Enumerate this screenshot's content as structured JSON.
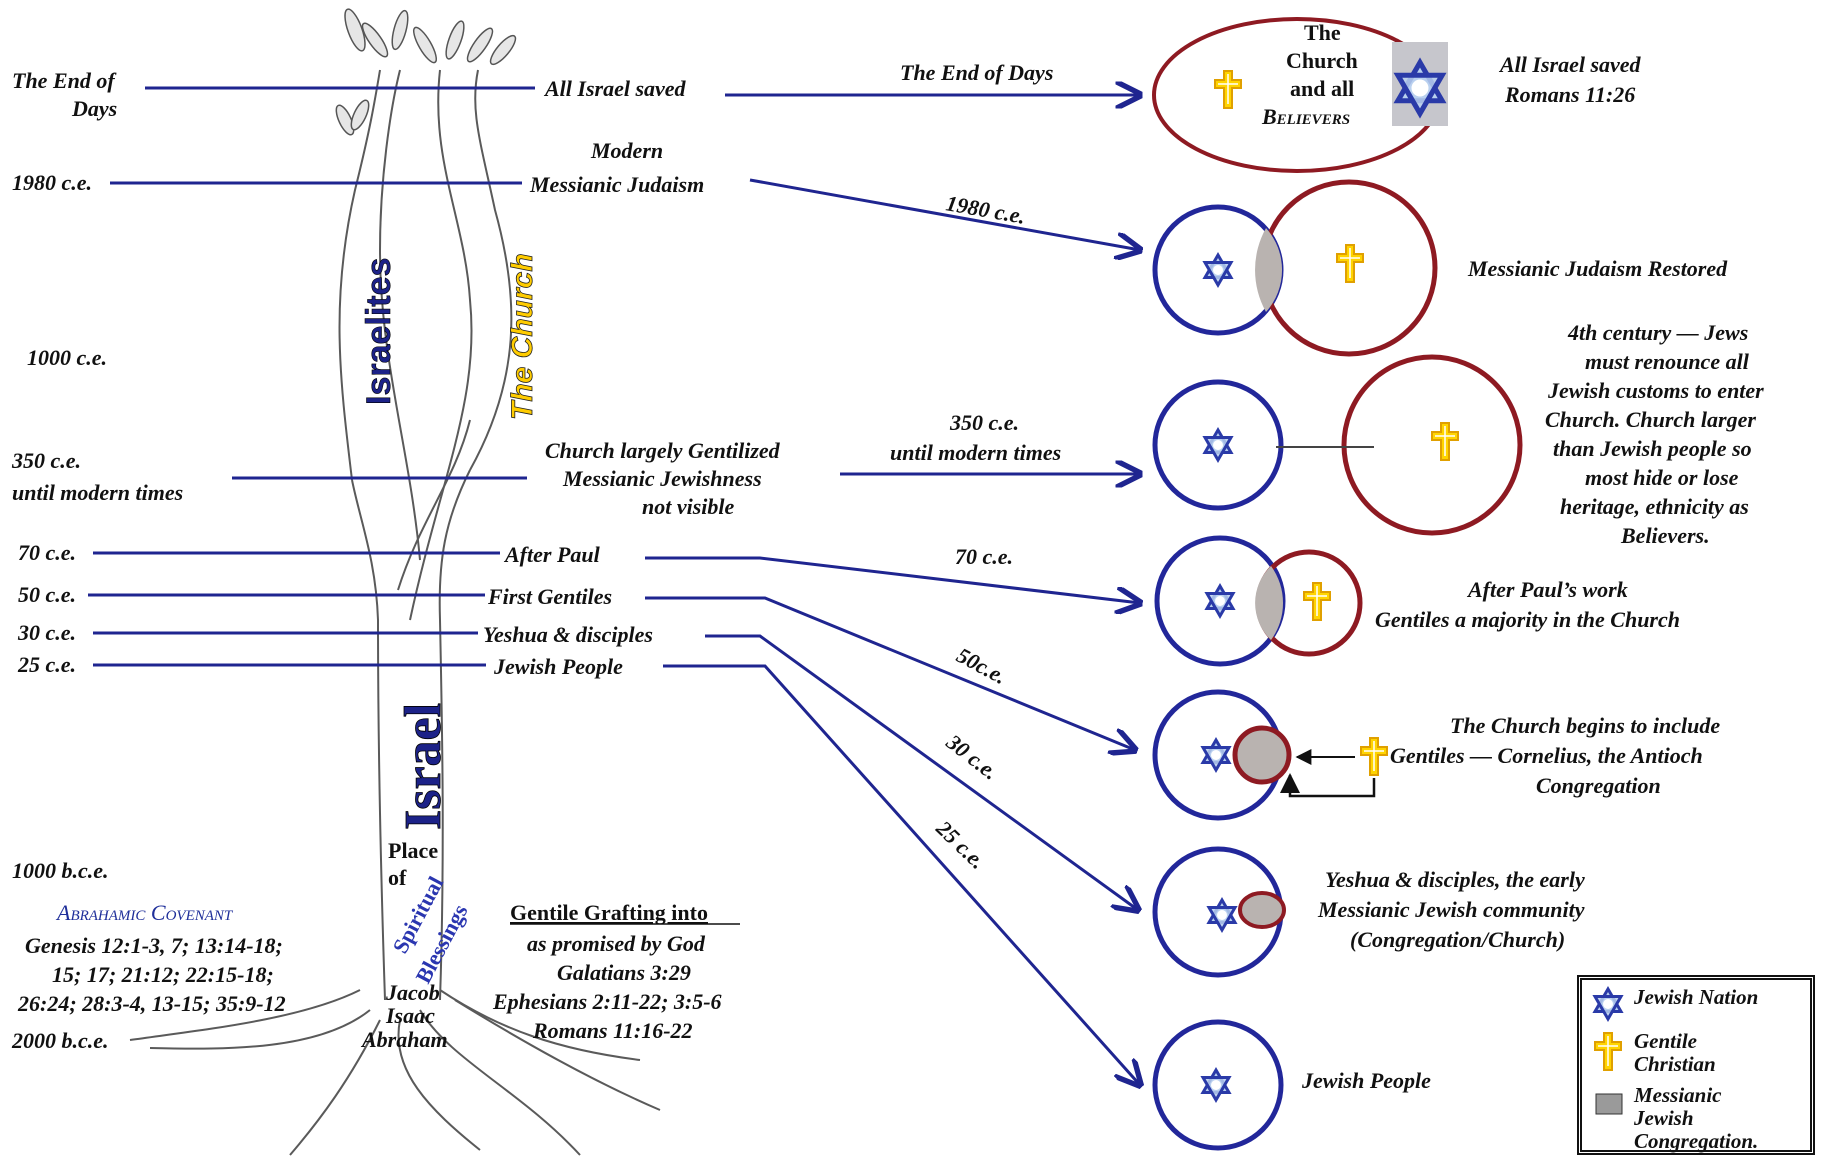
{
  "colors": {
    "line_blue": "#1f2590",
    "circle_blue": "#22279a",
    "circle_red": "#8e1a22",
    "cross_gold": "#f2c200",
    "messianic_grey": "#b9b3b0"
  },
  "icons": [
    "star-of-david-icon",
    "cross-icon",
    "grey-square-icon"
  ],
  "timeline": {
    "end_of_days": "The End of Days",
    "end_of_days_2": "Days",
    "end_of_days_1": "The End of",
    "y1980": "1980 c.e.",
    "y1000": "1000 c.e.",
    "y350a": "350 c.e.",
    "y350b": "until modern times",
    "y70": "70 c.e.",
    "y50": "50 c.e.",
    "y30": "30 c.e.",
    "y25": "25 c.e.",
    "y1000bce": "1000 b.c.e.",
    "y2000bce": "2000 b.c.e."
  },
  "events": {
    "all_israel": "All Israel saved",
    "modern_1": "Modern",
    "modern_2": "Messianic Judaism",
    "gentilized_1": "Church largely Gentilized",
    "gentilized_2": "Messianic Jewishness",
    "gentilized_3": "not visible",
    "after_paul": "After Paul",
    "first_gentiles": "First Gentiles",
    "yeshua": "Yeshua & disciples",
    "jewish_people": "Jewish People"
  },
  "arrows": {
    "end_days": "The End of Days",
    "a1980": "1980 c.e.",
    "a350_1": "350 c.e.",
    "a350_2": "until modern times",
    "a70": "70 c.e.",
    "a50": "50c.e.",
    "a30": "30 c.e.",
    "a25": "25 c.e."
  },
  "tree": {
    "israelites": "Israelites",
    "church": "The Church",
    "israel": "Israel",
    "place": "Place",
    "of": "of",
    "spiritual": "Spiritual",
    "blessings": "Blessings",
    "jacob": "Jacob",
    "isaac": "Isaac",
    "abraham": "Abraham"
  },
  "covenant": {
    "title": "Abrahamic Covenant",
    "l1": "Genesis 12:1-3, 7; 13:14-18;",
    "l2": "15; 17; 21:12; 22:15-18;",
    "l3": "26:24; 28:3-4, 13-15; 35:9-12"
  },
  "grafting": {
    "title": "Gentile Grafting into",
    "l1": "as promised by God",
    "l2": "Galatians 3:29",
    "l3": "Ephesians 2:11-22; 3:5-6",
    "l4": "Romans 11:16-22"
  },
  "stages": {
    "end_1": "The",
    "end_2": "Church",
    "end_3": "and all",
    "end_4": "Believers",
    "end_desc_1": "All Israel saved",
    "end_desc_2": "Romans 11:26",
    "restored": "Messianic Judaism Restored",
    "c4_1": "4th century — Jews",
    "c4_2": "must renounce all",
    "c4_3": "Jewish customs to enter",
    "c4_4": "Church.  Church larger",
    "c4_5": "than Jewish people so",
    "c4_6": "most hide or lose",
    "c4_7": "heritage, ethnicity as",
    "c4_8": "Believers.",
    "paul_1": "After Paul’s work",
    "paul_2": "Gentiles a majority in the Church",
    "incl_1": "The Church begins to include",
    "incl_2": "Gentiles — Cornelius, the Antioch",
    "incl_3": "Congregation",
    "yeshua_1": "Yeshua & disciples, the early",
    "yeshua_2": "Messianic Jewish community",
    "yeshua_3": "(Congregation/Church)",
    "jewish_people": "Jewish People"
  },
  "legend": {
    "jewish_nation": "Jewish Nation",
    "gentile_1": "Gentile",
    "gentile_2": "Christian",
    "messianic_1": "Messianic",
    "messianic_2": "Jewish",
    "messianic_3": "Congregation."
  }
}
